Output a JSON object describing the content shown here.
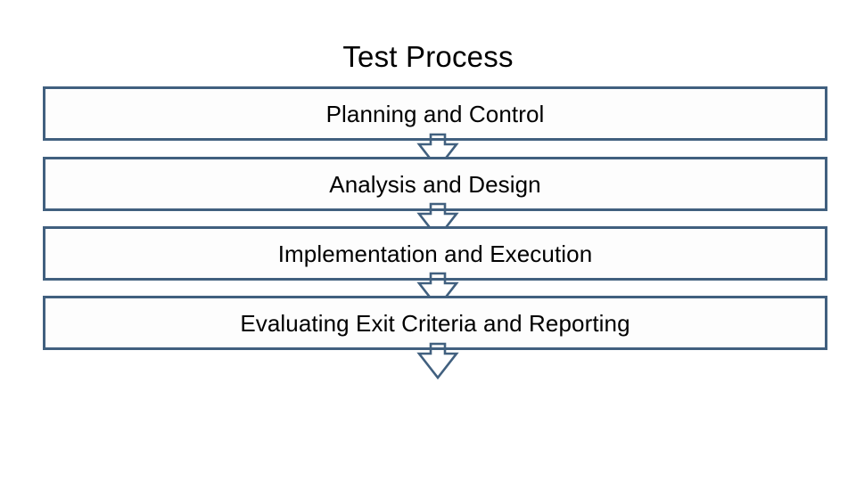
{
  "slide": {
    "title": "Test Process",
    "background_color": "#ffffff",
    "accent_color": "#41607f",
    "text_color": "#000000",
    "box_fill_color": "#fdfdfd"
  },
  "steps": [
    {
      "label": "Planning and Control"
    },
    {
      "label": "Analysis and Design"
    },
    {
      "label": "Implementation and Execution"
    },
    {
      "label": "Evaluating Exit Criteria and Reporting"
    }
  ],
  "connectors": [
    {
      "icon": "arrow-down-icon"
    },
    {
      "icon": "arrow-down-icon"
    },
    {
      "icon": "arrow-down-icon"
    },
    {
      "icon": "arrow-down-icon"
    }
  ]
}
